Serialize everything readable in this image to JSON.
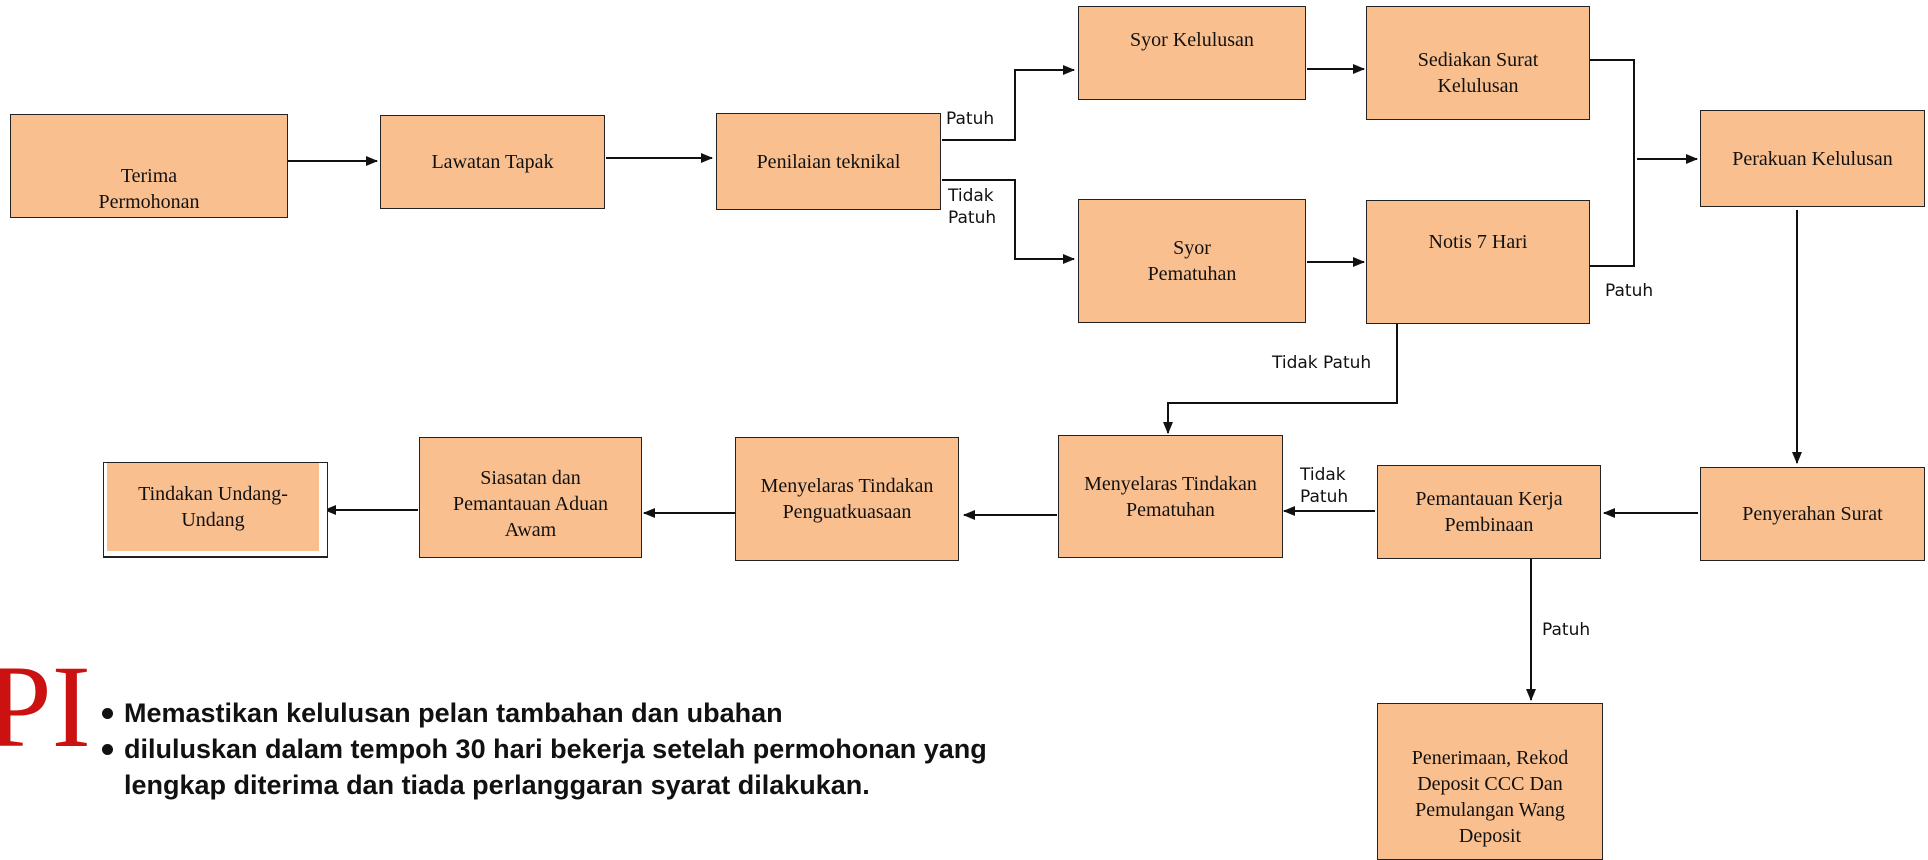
{
  "flowchart": {
    "boxes": {
      "terima_permohonan": "Terima\nPermohonan",
      "lawatan_tapak": "Lawatan Tapak",
      "penilaian_teknikal": "Penilaian  teknikal",
      "syor_kelulusan": "Syor  Kelulusan",
      "sediakan_surat": "Sediakan Surat\nKelulusan",
      "perakuan_kelulusan": "Perakuan Kelulusan",
      "syor_pematuhan": "Syor\nPematuhan",
      "notis_7_hari": "Notis 7 Hari",
      "penyerahan_surat": "Penyerahan Surat",
      "pemantauan_kerja": "Pemantauan Kerja\nPembinaan",
      "menyelaras_pematuhan": "Menyelaras Tindakan\nPematuhan",
      "menyelaras_penguatkuasaan": "Menyelaras Tindakan\nPenguatkuasaan",
      "siasatan": "Siasatan dan\nPemantauan Aduan\nAwam",
      "tindakan_undang": "Tindakan Undang-\nUndang",
      "penerimaan": "Penerimaan, Rekod\nDeposit CCC Dan\nPemulangan Wang\nDeposit"
    },
    "labels": {
      "patuh_1": "Patuh",
      "tidak_patuh_1": "Tidak\nPatuh",
      "patuh_2": "Patuh",
      "tidak_patuh_2": "Tidak Patuh",
      "tidak_patuh_3": "Tidak\nPatuh",
      "patuh_3": "Patuh"
    }
  },
  "logo_text": "PI",
  "bullets": [
    "Memastikan kelulusan pelan tambahan dan ubahan",
    "diluluskan dalam tempoh 30 hari bekerja setelah permohonan yang lengkap diterima dan tiada perlanggaran syarat dilakukan."
  ],
  "colors": {
    "box_fill": "#f9bf8f",
    "logo": "#cc1111"
  }
}
